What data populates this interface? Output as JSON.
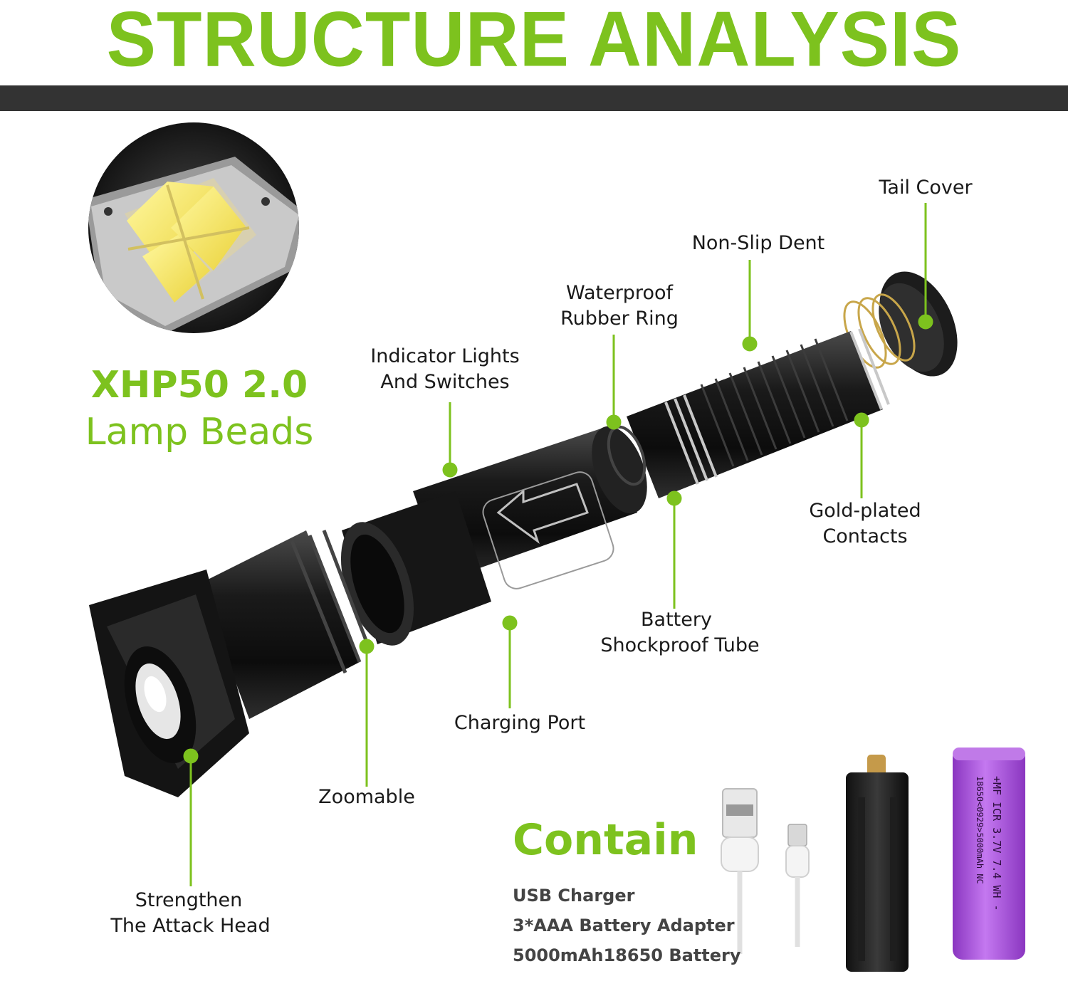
{
  "header": {
    "title": "STRUCTURE ANALYSIS"
  },
  "lamp": {
    "line1": "XHP50 2.0",
    "line2": "Lamp Beads"
  },
  "labels": {
    "tail_cover": "Tail Cover",
    "non_slip_dent": "Non-Slip Dent",
    "waterproof_1": "Waterproof",
    "waterproof_2": "Rubber Ring",
    "indicator_1": "Indicator Lights",
    "indicator_2": "And Switches",
    "gold_1": "Gold-plated",
    "gold_2": "Contacts",
    "battery_1": "Battery",
    "battery_2": "Shockproof Tube",
    "charging_port": "Charging Port",
    "zoomable": "Zoomable",
    "strengthen_1": "Strengthen",
    "strengthen_2": "The Attack Head"
  },
  "contain": {
    "title": "Contain",
    "items": [
      "USB Charger",
      "3*AAA Battery Adapter",
      "5000mAh18650 Battery"
    ]
  },
  "battery_print": {
    "line1": "+MF ICR 3.7V 7.4 WH -",
    "line2": "18650<0929>5000mAh NC"
  },
  "colors": {
    "accent": "#7dc21e",
    "dark_bar": "#333333",
    "battery_purple": "#a64fd8",
    "led_yellow": "#f2e94a"
  }
}
